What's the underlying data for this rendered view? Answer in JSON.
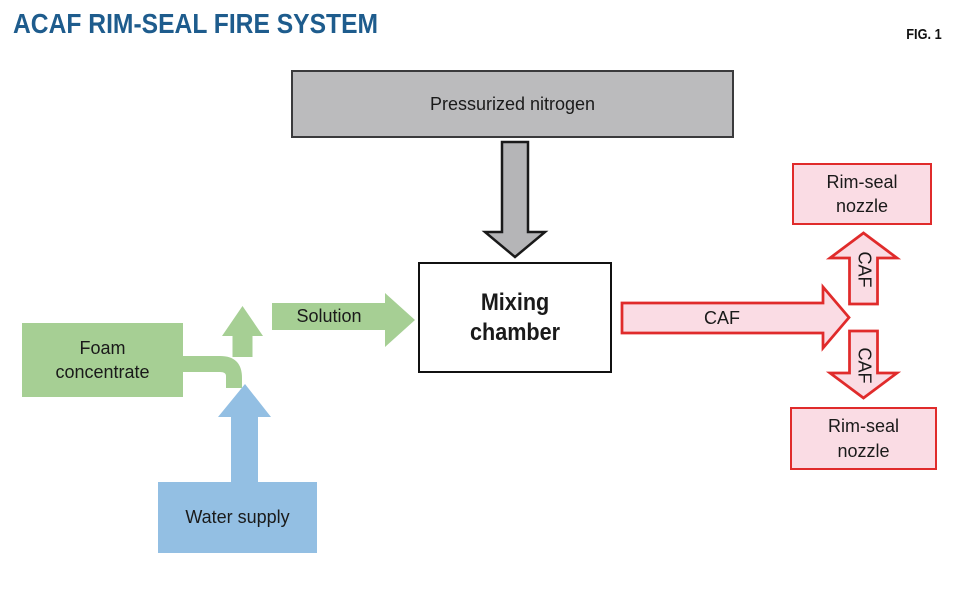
{
  "title": "ACAF RIM-SEAL FIRE SYSTEM",
  "figure_label": "FIG. 1",
  "colors": {
    "title_blue": "#1e5c8d",
    "gray_fill": "#bbbbbd",
    "gray_arrow_fill": "#b5b5b7",
    "green_fill": "#a6cf94",
    "blue_fill": "#93bfe3",
    "pink_fill": "#fadce4",
    "red_stroke": "#e02b2b"
  },
  "nodes": {
    "pressurized_nitrogen": {
      "label": "Pressurized nitrogen"
    },
    "mixing_chamber": {
      "lines": [
        "Mixing",
        "chamber"
      ]
    },
    "foam_concentrate": {
      "lines": [
        "Foam",
        "concentrate"
      ]
    },
    "water_supply": {
      "label": "Water supply"
    },
    "rim_seal_nozzle_top": {
      "lines": [
        "Rim-seal",
        "nozzle"
      ]
    },
    "rim_seal_nozzle_bottom": {
      "lines": [
        "Rim-seal",
        "nozzle"
      ]
    }
  },
  "flows": {
    "solution": {
      "label": "Solution"
    },
    "caf_main": {
      "label": "CAF"
    },
    "caf_up": {
      "label": "CAF"
    },
    "caf_down": {
      "label": "CAF"
    }
  },
  "edges": [
    {
      "from": "pressurized_nitrogen",
      "to": "mixing_chamber",
      "label": "",
      "color": "gray"
    },
    {
      "from": "foam_concentrate",
      "to": "solution_junction",
      "label": "",
      "color": "green"
    },
    {
      "from": "water_supply",
      "to": "solution_junction",
      "label": "",
      "color": "blue"
    },
    {
      "from": "solution_junction",
      "to": "mixing_chamber",
      "label": "Solution",
      "color": "green"
    },
    {
      "from": "mixing_chamber",
      "to": "caf_junction",
      "label": "CAF",
      "color": "red"
    },
    {
      "from": "caf_junction",
      "to": "rim_seal_nozzle_top",
      "label": "CAF",
      "color": "red"
    },
    {
      "from": "caf_junction",
      "to": "rim_seal_nozzle_bottom",
      "label": "CAF",
      "color": "red"
    }
  ]
}
